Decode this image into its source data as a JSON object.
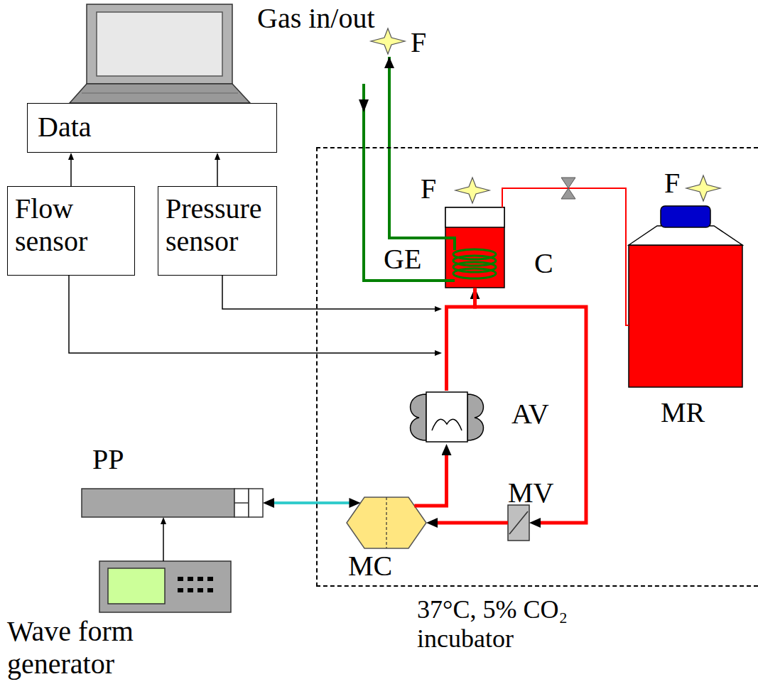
{
  "diagram": {
    "nodes": [
      {
        "text": [
          "Data"
        ]
      },
      {
        "text": [
          "Flow sensor"
        ]
      },
      {
        "text": [
          "Pressure sensor"
        ]
      },
      {
        "text": [
          "37°C, 5% CO₂ incubator"
        ]
      },
      {
        "text": [
          "C"
        ],
        "in": 3
      },
      {
        "text": [
          "MR"
        ],
        "in": 3
      },
      {
        "text": [
          "AV"
        ],
        "in": 3
      },
      {
        "text": [
          "MV"
        ],
        "in": 3
      },
      {
        "text": [
          "MC"
        ],
        "in": 3
      },
      {
        "text": [
          "PP"
        ]
      },
      {
        "text": [
          "Wave form generator"
        ]
      }
    ],
    "edges": [
      {
        "from": 1,
        "to": 0,
        "arrow": "to"
      },
      {
        "from": 2,
        "to": 0,
        "arrow": "to"
      },
      {
        "from": 10,
        "to": 9,
        "arrow": "to"
      },
      {
        "from": 9,
        "to": 8,
        "arrow": "both"
      },
      {
        "from": 8,
        "to": 6,
        "arrow": "to"
      },
      {
        "from": 6,
        "to": 4,
        "arrow": "to"
      },
      {
        "from": 4,
        "to": 7,
        "arrow": "to"
      },
      {
        "from": 7,
        "to": 8,
        "arrow": "to"
      },
      {
        "from": 4,
        "to": 5,
        "arrow": "none"
      }
    ],
    "labels": [
      "Gas in/out",
      "F",
      "F",
      "F",
      "GE"
    ]
  }
}
